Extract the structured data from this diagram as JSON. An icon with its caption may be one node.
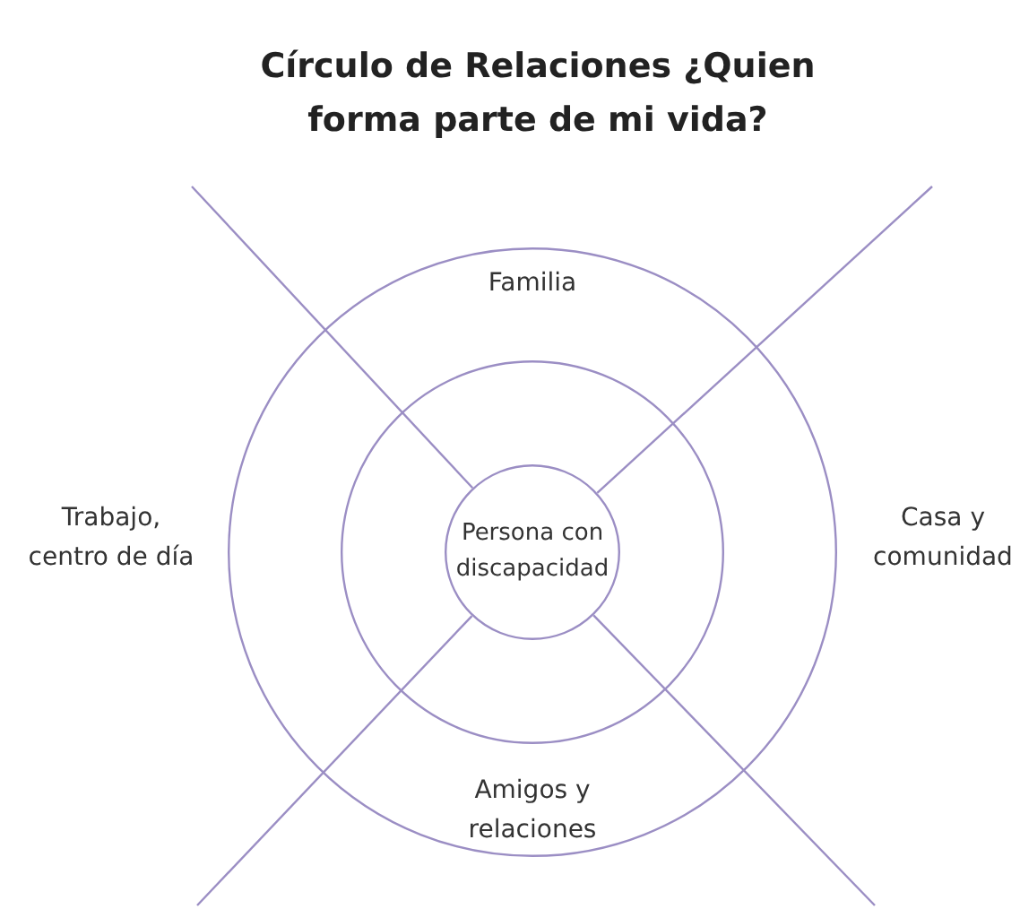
{
  "diagram": {
    "title": "Círculo de Relaciones ¿Quien forma parte de mi vida?",
    "nodes": [
      {
        "text": [],
        "shape": "circle"
      },
      {
        "text": [],
        "shape": "circle",
        "in": 0
      },
      {
        "text": [
          "Persona con discapacidad"
        ],
        "in": 1
      }
    ],
    "edges": [],
    "labels": [
      "Familia",
      "Trabajo, centro de día",
      "Casa y comunidad",
      "Amigos y relaciones"
    ]
  }
}
